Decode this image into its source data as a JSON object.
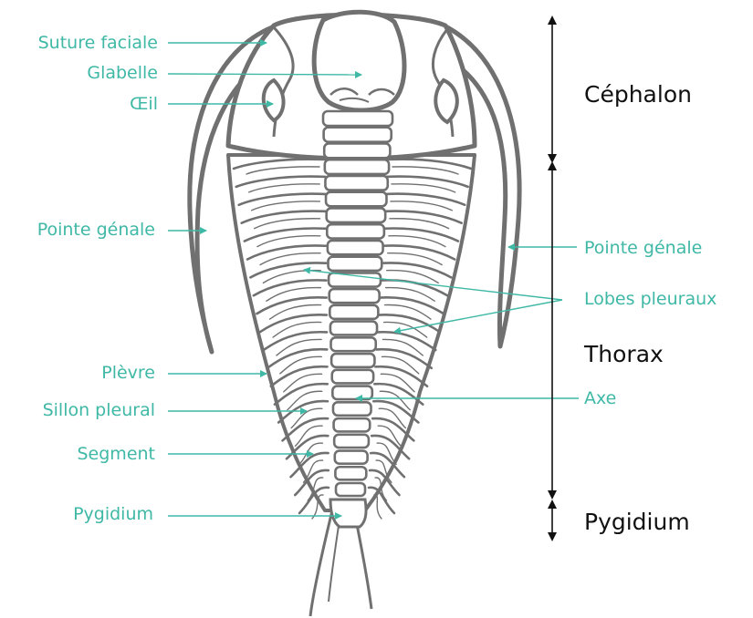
{
  "colors": {
    "label": "#3fb8a6",
    "leader": "#3fb8a6",
    "section_text": "#111111",
    "arrow": "#111111",
    "fossil_stroke": "#707070",
    "fossil_fill": "#ffffff"
  },
  "labels": {
    "left": {
      "suture_faciale": "Suture faciale",
      "glabelle": "Glabelle",
      "oeil": "Œil",
      "pointe_genale": "Pointe génale",
      "plevre": "Plèvre",
      "sillon_pleural": "Sillon pleural",
      "segment": "Segment",
      "pygidium": "Pygidium"
    },
    "right": {
      "pointe_genale": "Pointe génale",
      "lobes_pleuraux": "Lobes pleuraux",
      "axe": "Axe"
    }
  },
  "sections": {
    "cephalon": "Céphalon",
    "thorax": "Thorax",
    "pygidium": "Pygidium"
  }
}
